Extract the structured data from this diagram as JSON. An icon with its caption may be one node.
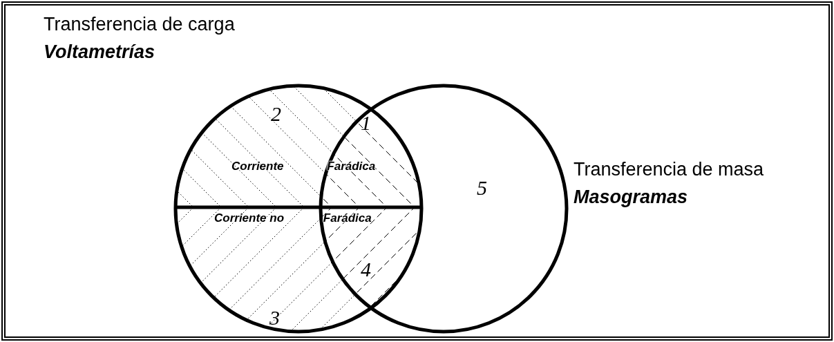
{
  "diagram": {
    "nodes": [
      {
        "text": [
          "Transferencia de carga",
          "Voltametrías"
        ]
      },
      {
        "text": [
          "Transferencia de masa",
          "Masogramas"
        ]
      }
    ],
    "labels": [
      "2",
      "1",
      "Corriente Farádica",
      "5",
      "Corriente no Farádica",
      "4",
      "3"
    ]
  }
}
